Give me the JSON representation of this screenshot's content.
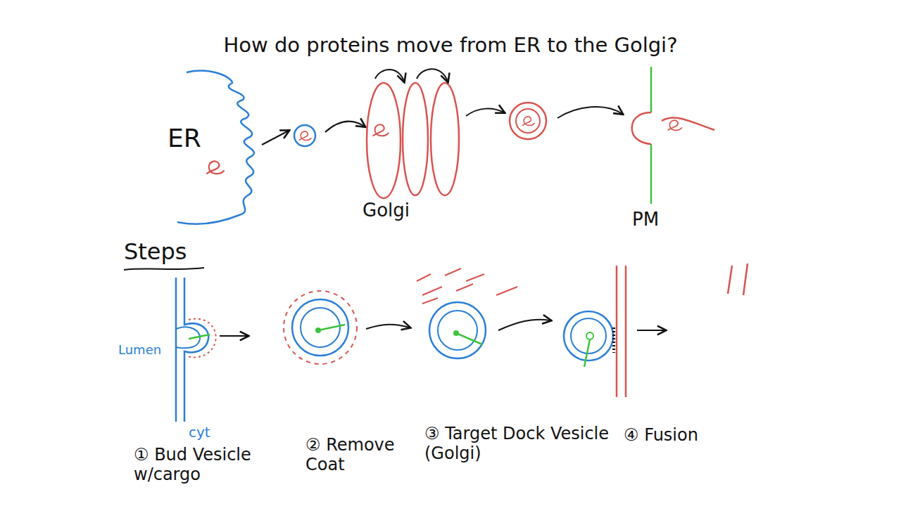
{
  "diagram": {
    "title": "How do proteins move from ER to the Golgi?",
    "labels": [
      "ER",
      "Golgi",
      "PM",
      "Steps",
      "Lumen",
      "cyt",
      "① Bud Vesicle w/cargo",
      "② Remove Coat",
      "③ Target Dock Vesicle (Golgi)",
      "④ Fusion"
    ]
  }
}
